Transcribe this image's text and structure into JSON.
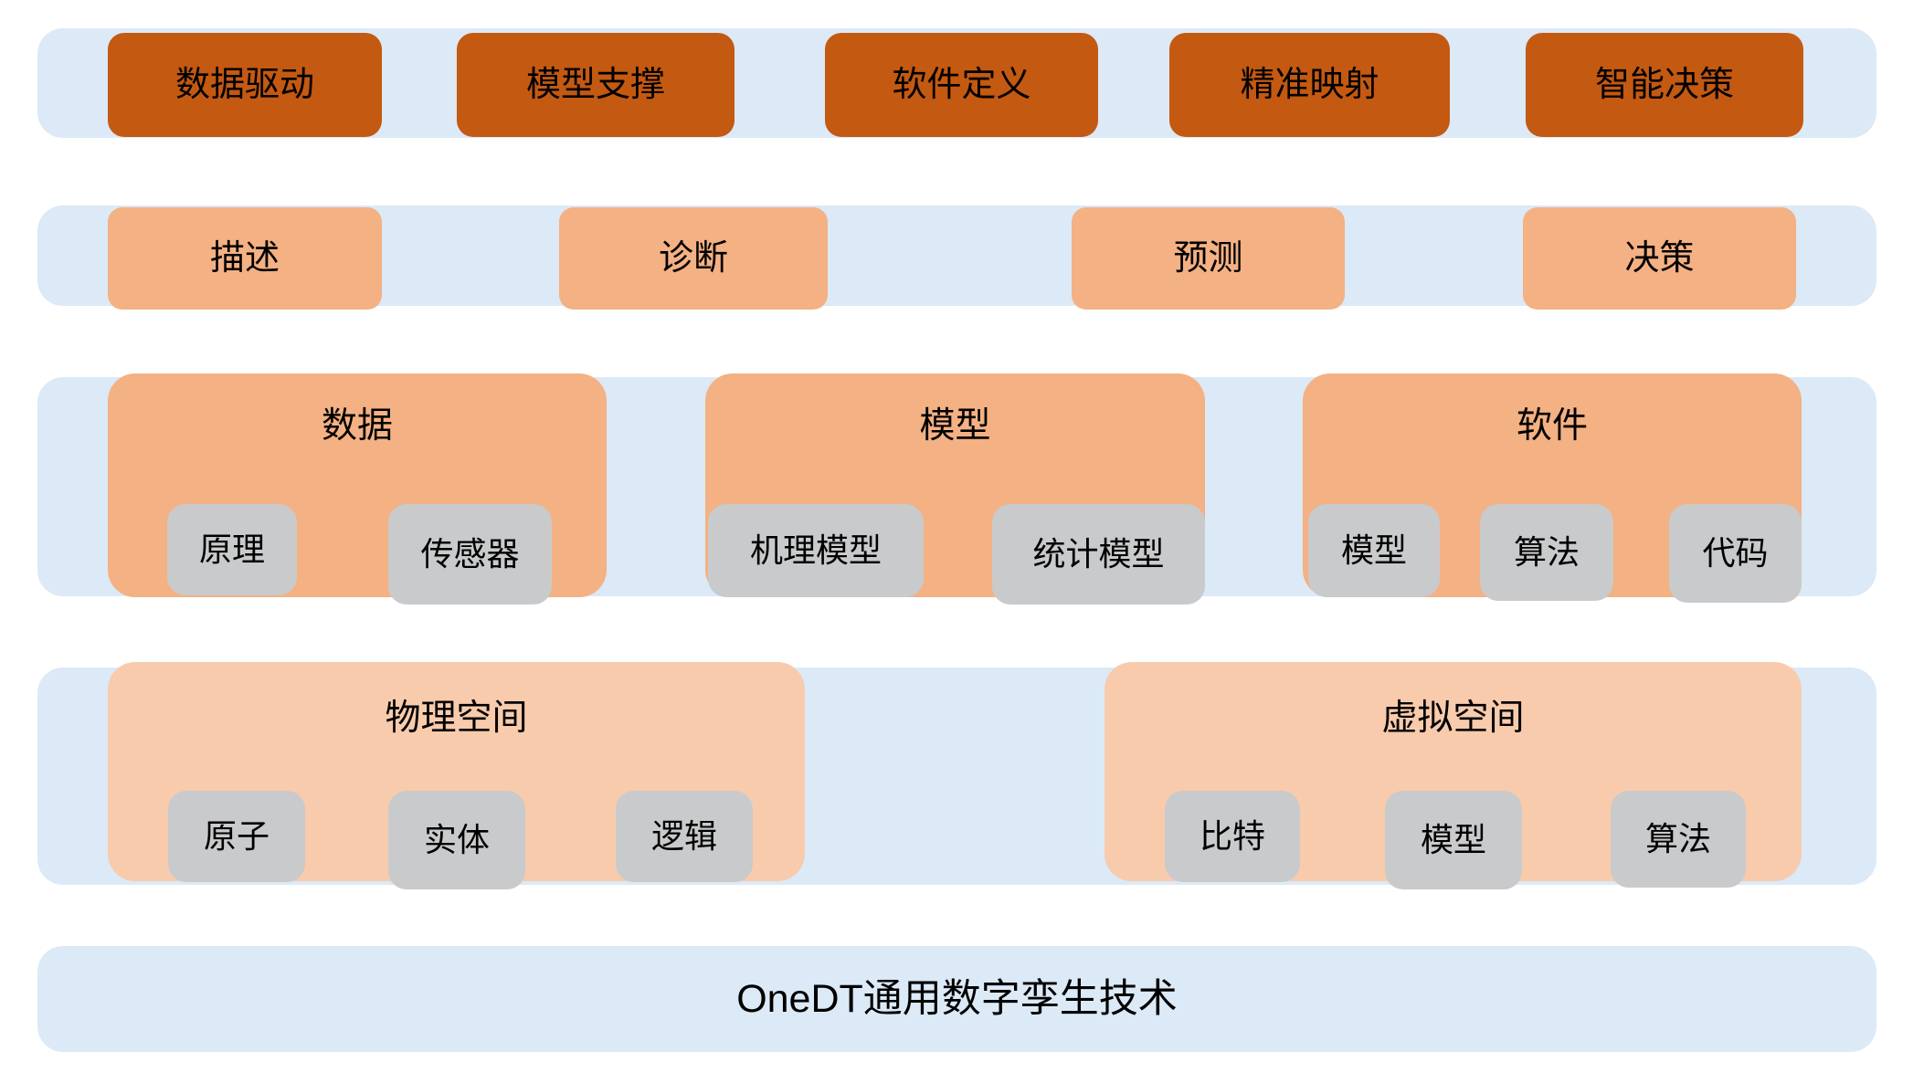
{
  "colors": {
    "band": "#dce9f6",
    "dark": "#c45911",
    "mid": "#f4b183",
    "light": "#f8cbad",
    "gray": "#c9cacb",
    "text": "#000000"
  },
  "capability_row": {
    "items": [
      "数据驱动",
      "模型支撑",
      "软件定义",
      "精准映射",
      "智能决策"
    ]
  },
  "function_row": {
    "items": [
      "描述",
      "诊断",
      "预测",
      "决策"
    ]
  },
  "element_row": {
    "data": {
      "label": "数据",
      "children": [
        "原理",
        "传感器"
      ]
    },
    "model": {
      "label": "模型",
      "children": [
        "机理模型",
        "统计模型"
      ]
    },
    "software": {
      "label": "软件",
      "children": [
        "模型",
        "算法",
        "代码"
      ]
    }
  },
  "space_row": {
    "physical": {
      "label": "物理空间",
      "children": [
        "原子",
        "实体",
        "逻辑"
      ]
    },
    "virtual": {
      "label": "虚拟空间",
      "children": [
        "比特",
        "模型",
        "算法"
      ]
    }
  },
  "base": {
    "title": "OneDT通用数字孪生技术"
  }
}
